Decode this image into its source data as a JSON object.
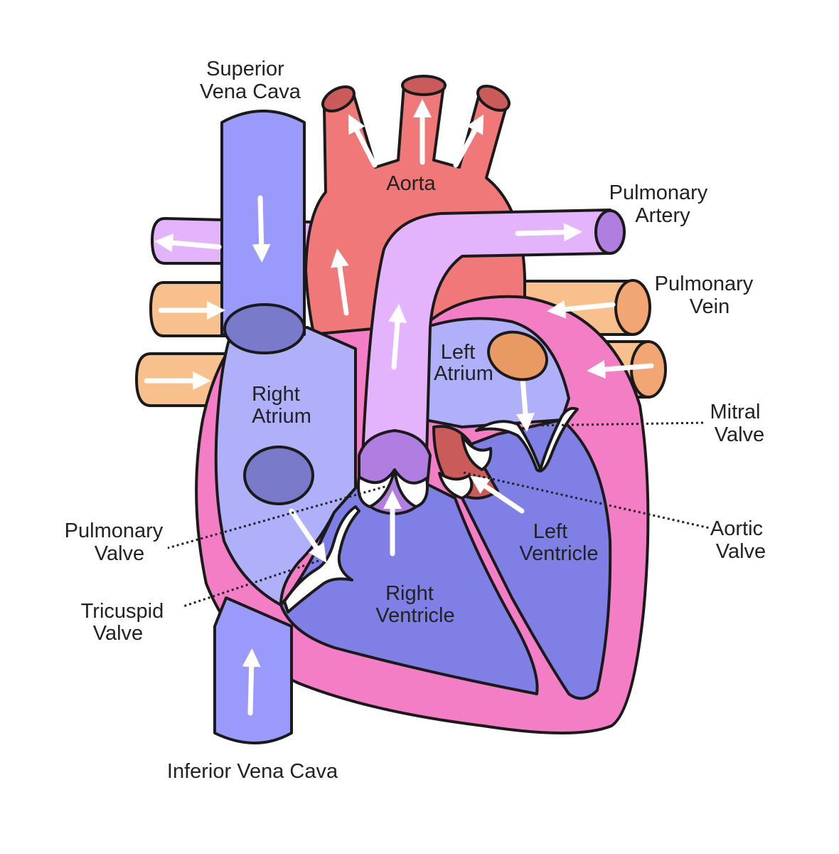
{
  "labels": {
    "superior_vena_cava": [
      "Superior",
      "Vena Cava"
    ],
    "aorta": "Aorta",
    "pulmonary_artery": [
      "Pulmonary",
      "Artery"
    ],
    "pulmonary_vein": [
      "Pulmonary",
      "Vein"
    ],
    "left_atrium": [
      "Left",
      "Atrium"
    ],
    "right_atrium": [
      "Right",
      "Atrium"
    ],
    "mitral_valve": [
      "Mitral",
      "Valve"
    ],
    "pulmonary_valve": [
      "Pulmonary",
      "Valve"
    ],
    "aortic_valve": [
      "Aortic",
      "Valve"
    ],
    "left_ventricle": [
      "Left",
      "Ventricle"
    ],
    "tricuspid_valve": [
      "Tricuspid",
      "Valve"
    ],
    "right_ventricle": [
      "Right",
      "Ventricle"
    ],
    "inferior_vena_cava": "Inferior Vena Cava"
  },
  "colors": {
    "deoxygenated_vessel": "#9a9afc",
    "deoxygenated_chamber": "#b0b0fa",
    "ventricle": "#7f7fe6",
    "oxygenated": "#f07878",
    "pulmonary_artery": "#e3b4fb",
    "pulmonary_vein": "#f8c08c",
    "heart_wall": "#f47ec6",
    "vessel_opening": "#7a7acb",
    "flow_arrow": "#ffffff"
  }
}
